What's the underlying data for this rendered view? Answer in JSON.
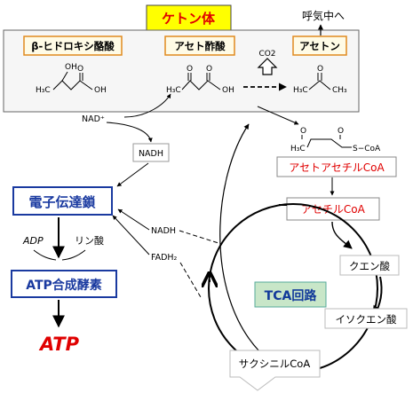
{
  "title": {
    "label": "ケトン体",
    "bg": "#ffff00",
    "color": "#e00000"
  },
  "ketone_compounds": [
    {
      "label": "β-ヒドロキシ酪酸"
    },
    {
      "label": "アセト酢酸"
    },
    {
      "label": "アセトン"
    }
  ],
  "co2_label": "CO2",
  "exhale_label": "呼気中へ",
  "nad_plus": "NAD⁺",
  "nadh_top": "NADH",
  "structure_atoms": {
    "oh_top": "OH",
    "oh_right": "OH",
    "h3c": "H₃C",
    "o_double": "O",
    "ch3": "CH₃",
    "s_coa": "S−CoA"
  },
  "acetoacetyl_coa": {
    "label": "アセトアセチルCoA",
    "color": "#e00000"
  },
  "acetyl_coa": {
    "label": "アセチルCoA",
    "color": "#e00000"
  },
  "tca": {
    "label": "TCA回路",
    "citrate": "クエン酸",
    "isocitrate": "イソクエン酸",
    "succinyl_coa": "サクシニルCoA"
  },
  "etc": {
    "label": "電子伝達鎖",
    "color": "#1a3aa0"
  },
  "nadh_tca": "NADH",
  "fadh2": "FADH₂",
  "adp": "ADP",
  "phosphate": "リン酸",
  "atp_synthase": {
    "label": "ATP合成酵素",
    "color": "#1a3aa0"
  },
  "atp": {
    "label": "ATP",
    "color": "#e00000"
  }
}
